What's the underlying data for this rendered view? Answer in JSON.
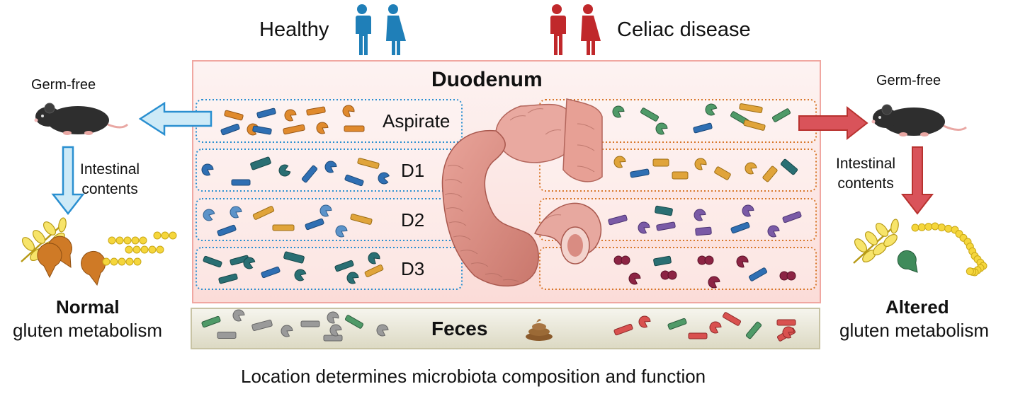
{
  "header": {
    "healthy_label": "Healthy",
    "celiac_label": "Celiac disease",
    "healthy_color": "#1f7fb8",
    "celiac_color": "#c0282b"
  },
  "duodenum": {
    "title": "Duodenum",
    "sections": [
      {
        "label": "Aspirate"
      },
      {
        "label": "D1"
      },
      {
        "label": "D2"
      },
      {
        "label": "D3"
      }
    ]
  },
  "feces": {
    "title": "Feces"
  },
  "left_panel": {
    "germ_free_label": "Germ-free",
    "transfer_label": "Intestinal\ncontents",
    "outcome_bold": "Normal",
    "outcome_text": "gluten metabolism"
  },
  "right_panel": {
    "germ_free_label": "Germ-free",
    "transfer_label": "Intestinal\ncontents",
    "outcome_bold": "Altered",
    "outcome_text": "gluten metabolism"
  },
  "caption": "Location determines microbiota composition and function",
  "colors": {
    "healthy_box": "#2a8fd0",
    "celiac_box": "#d8772a",
    "panel_border": "#f0a7a1",
    "panel_fill": "#fde9e7",
    "feces_border": "#c8c3a4",
    "feces_fill": "#efeee2",
    "left_arrow": "#cdeaf7",
    "right_arrow": "#d9535a"
  }
}
